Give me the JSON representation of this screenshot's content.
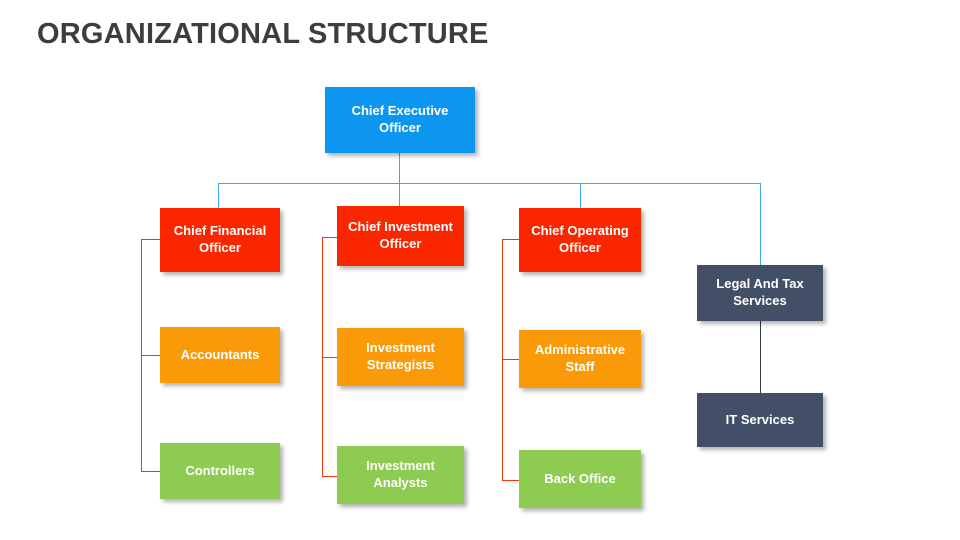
{
  "title": "ORGANIZATIONAL STRUCTURE",
  "colors": {
    "title_text": "#3d3d3d",
    "executive": "#0d96ef",
    "officer": "#fa2600",
    "manager": "#fb9a08",
    "staff": "#8dcc50",
    "support": "#434f66",
    "connector_blue": "#38a8e8",
    "connector_red": "#f0360b",
    "connector_dark": "#2e3847",
    "node_text": "#ffffff",
    "background": "#ffffff"
  },
  "chart_data": {
    "type": "diagram",
    "title": "ORGANIZATIONAL STRUCTURE",
    "layout": "top-down org chart",
    "nodes": [
      {
        "id": "ceo",
        "label": "Chief Executive Officer",
        "level": 0,
        "color": "#0d96ef",
        "parent": null
      },
      {
        "id": "cfo",
        "label": "Chief Financial Officer",
        "level": 1,
        "color": "#fa2600",
        "parent": "ceo"
      },
      {
        "id": "cio",
        "label": "Chief Investment Officer",
        "level": 1,
        "color": "#fa2600",
        "parent": "ceo"
      },
      {
        "id": "coo",
        "label": "Chief Operating Officer",
        "level": 1,
        "color": "#fa2600",
        "parent": "ceo"
      },
      {
        "id": "legal",
        "label": "Legal And Tax Services",
        "level": 1,
        "color": "#434f66",
        "parent": "ceo"
      },
      {
        "id": "acct",
        "label": "Accountants",
        "level": 2,
        "color": "#fb9a08",
        "parent": "cfo"
      },
      {
        "id": "strat",
        "label": "Investment Strategists",
        "level": 2,
        "color": "#fb9a08",
        "parent": "cio"
      },
      {
        "id": "admin",
        "label": "Administrative Staff",
        "level": 2,
        "color": "#fb9a08",
        "parent": "coo"
      },
      {
        "id": "it",
        "label": "IT Services",
        "level": 2,
        "color": "#434f66",
        "parent": "legal"
      },
      {
        "id": "ctrl",
        "label": "Controllers",
        "level": 3,
        "color": "#8dcc50",
        "parent": "cfo"
      },
      {
        "id": "anal",
        "label": "Investment Analysts",
        "level": 3,
        "color": "#8dcc50",
        "parent": "cio"
      },
      {
        "id": "back",
        "label": "Back Office",
        "level": 3,
        "color": "#8dcc50",
        "parent": "coo"
      }
    ]
  },
  "nodes": {
    "ceo": {
      "label": "Chief Executive Officer"
    },
    "cfo": {
      "label": "Chief Financial Officer"
    },
    "cio": {
      "label": "Chief Investment Officer"
    },
    "coo": {
      "label": "Chief Operating Officer"
    },
    "legal": {
      "label": "Legal And Tax Services"
    },
    "accountants": {
      "label": "Accountants"
    },
    "strategists": {
      "label": "Investment Strategists"
    },
    "administrative": {
      "label": "Administrative Staff"
    },
    "it_services": {
      "label": "IT Services"
    },
    "controllers": {
      "label": "Controllers"
    },
    "analysts": {
      "label": "Investment Analysts"
    },
    "back_office": {
      "label": "Back Office"
    }
  }
}
